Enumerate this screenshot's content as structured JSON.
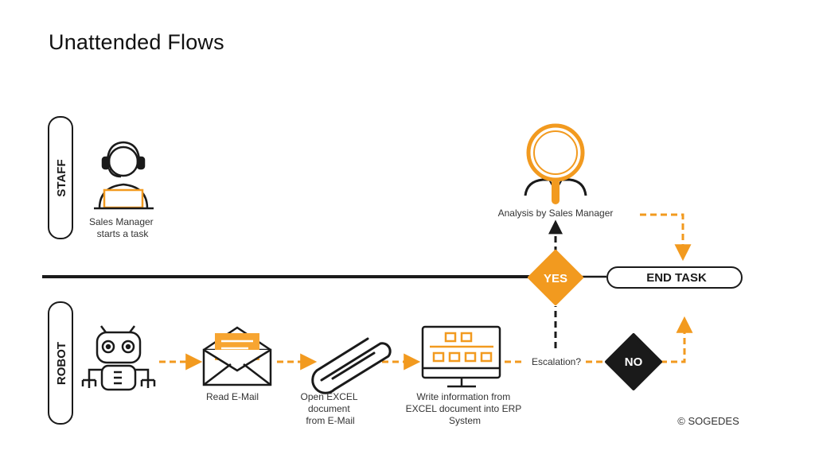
{
  "title": "Unattended Flows",
  "lanes": {
    "staff": "STAFF",
    "robot": "ROBOT"
  },
  "steps": {
    "sales_manager": [
      "Sales Manager",
      "starts a task"
    ],
    "read_email": "Read E-Mail",
    "open_excel": [
      "Open EXCEL",
      "document",
      "from E-Mail"
    ],
    "write_info": [
      "Write information from",
      "EXCEL  document  into ERP",
      "System"
    ],
    "escalation": "Escalation?",
    "no": "NO",
    "yes": "YES",
    "end_task": "END TASK",
    "analysis": "Analysis by Sales Manager"
  },
  "copyright": "© SOGEDES",
  "colors": {
    "accent": "#f29a1f",
    "dark": "#1a1a1a",
    "text": "#333333",
    "screen": "#f7a531"
  },
  "icons": [
    "headset-user-icon",
    "robot-icon",
    "envelope-icon",
    "paperclip-icon",
    "monitor-icon",
    "magnifier-user-icon"
  ]
}
